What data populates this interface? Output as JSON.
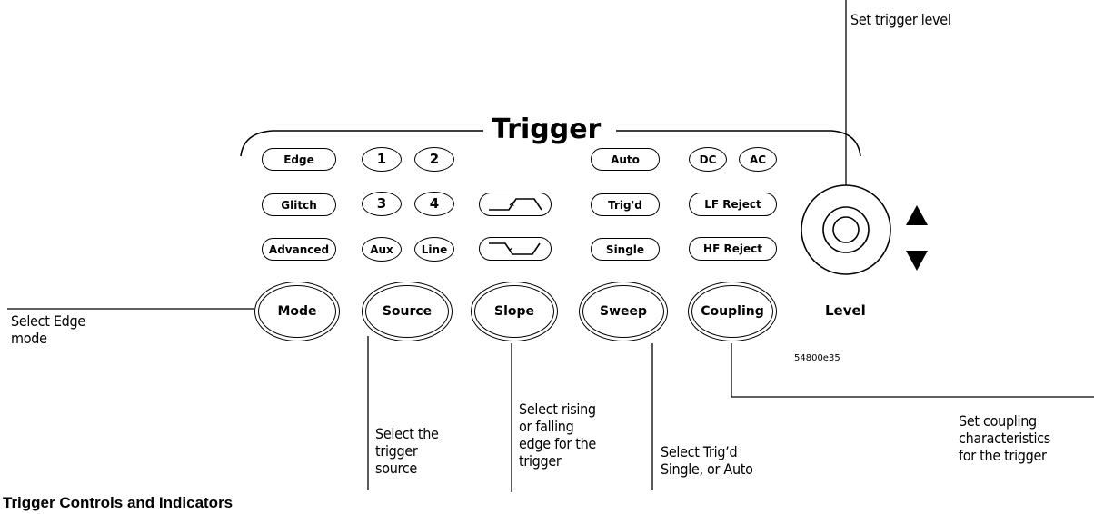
{
  "panel": {
    "title": "Trigger",
    "mode_column": {
      "indicators": [
        "Edge",
        "Glitch",
        "Advanced"
      ],
      "button": "Mode"
    },
    "source_column": {
      "indicators": [
        "1",
        "2",
        "3",
        "4",
        "Aux",
        "Line"
      ],
      "button": "Source"
    },
    "slope_column": {
      "indicators": [
        "rising-edge-icon",
        "falling-edge-icon"
      ],
      "button": "Slope"
    },
    "sweep_column": {
      "indicators": [
        "Auto",
        "Trig'd",
        "Single"
      ],
      "button": "Sweep"
    },
    "coupling_column": {
      "indicators": [
        "DC",
        "AC",
        "LF Reject",
        "HF Reject"
      ],
      "button": "Coupling"
    },
    "level": {
      "label": "Level",
      "arrows": [
        "up-arrow-icon",
        "down-arrow-icon"
      ]
    },
    "figure_code": "54800e35"
  },
  "callouts": {
    "level": "Set trigger level",
    "mode": "Select Edge\nmode",
    "source": "Select the\ntrigger\nsource",
    "slope": "Select rising\nor falling\nedge for the\ntrigger",
    "sweep": "Select Trig’d\nSingle, or Auto",
    "coupling": "Set coupling\ncharacteristics\nfor the trigger"
  },
  "caption": "Trigger Controls and Indicators"
}
